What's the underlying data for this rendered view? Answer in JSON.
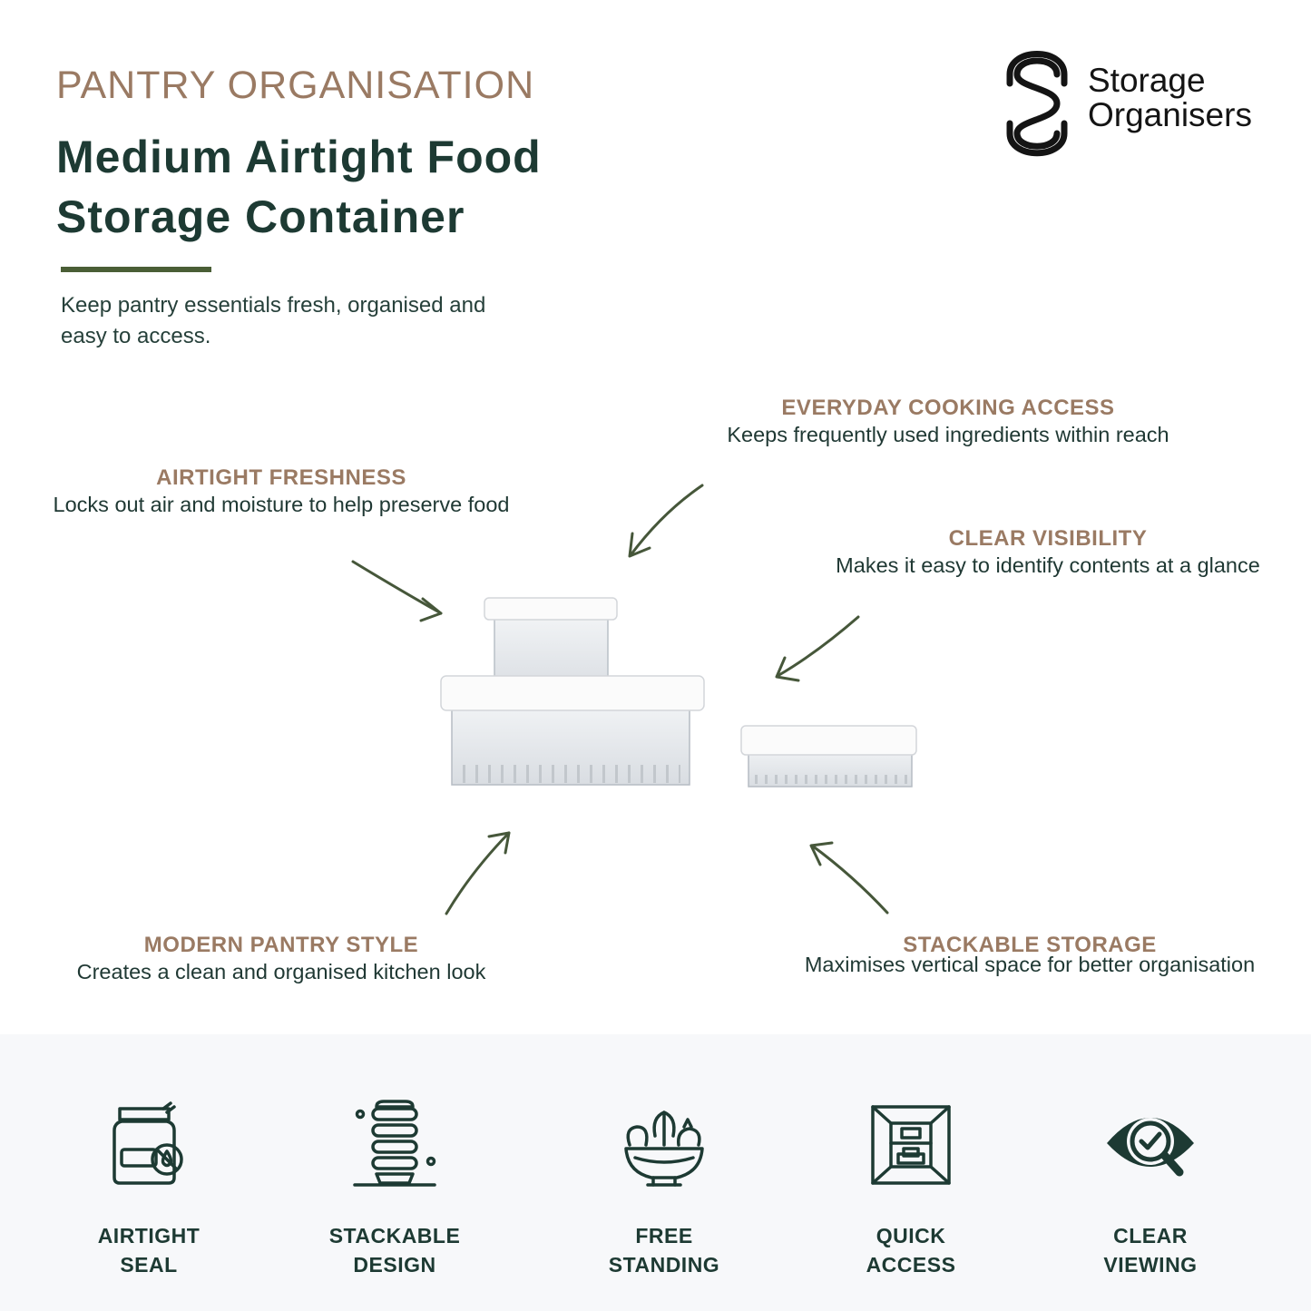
{
  "header": {
    "eyebrow": "PANTRY ORGANISATION",
    "title_line1": "Medium Airtight Food",
    "title_line2": "Storage Container",
    "intro_line1": "Keep pantry essentials fresh, organised and",
    "intro_line2": "easy to access."
  },
  "brand": {
    "name_line1": "Storage",
    "name_line2": "Organisers"
  },
  "callouts": {
    "everyday": {
      "heading": "EVERYDAY COOKING ACCESS",
      "text": "Keeps frequently used ingredients within reach"
    },
    "airtight": {
      "heading": "AIRTIGHT FRESHNESS",
      "text": "Locks out air and moisture to help preserve food"
    },
    "clear": {
      "heading": "CLEAR VISIBILITY",
      "text": "Makes it easy to identify contents at a glance"
    },
    "modern": {
      "heading": "MODERN PANTRY STYLE",
      "text": "Creates a clean and organised kitchen look"
    },
    "stackable": {
      "heading": "STACKABLE STORAGE",
      "text": "Maximises vertical space for better organisation"
    }
  },
  "features": [
    {
      "icon": "sealed-jar-icon",
      "line1": "AIRTIGHT",
      "line2": "SEAL"
    },
    {
      "icon": "stacked-containers-icon",
      "line1": "STACKABLE",
      "line2": "DESIGN"
    },
    {
      "icon": "salad-bowl-icon",
      "line1": "FREE",
      "line2": "STANDING"
    },
    {
      "icon": "pantry-cupboard-icon",
      "line1": "QUICK",
      "line2": "ACCESS"
    },
    {
      "icon": "eye-magnifier-icon",
      "line1": "CLEAR",
      "line2": "VIEWING"
    }
  ],
  "colors": {
    "accent_brown": "#9a7a63",
    "dark_green": "#1d3a33",
    "rule_green": "#4a5e36",
    "band_bg": "#f7f8fa"
  }
}
